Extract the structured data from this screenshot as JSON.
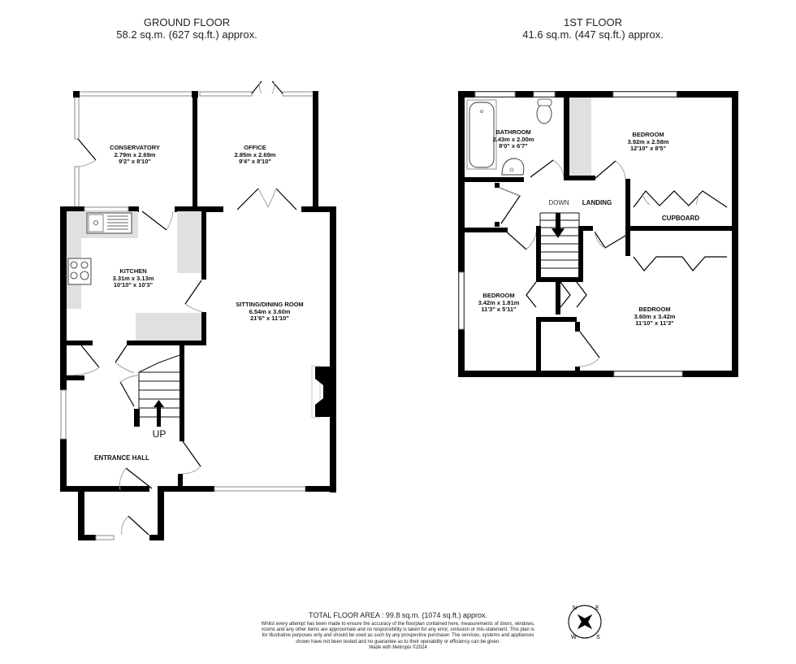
{
  "ground_floor": {
    "title": "GROUND FLOOR",
    "area": "58.2 sq.m. (627 sq.ft.) approx.",
    "rooms": [
      {
        "name": "CONSERVATORY",
        "metric": "2.79m  x 2.69m",
        "imperial": "9'2\"  x 8'10\""
      },
      {
        "name": "OFFICE",
        "metric": "2.85m  x 2.69m",
        "imperial": "9'4\"  x 8'10\""
      },
      {
        "name": "KITCHEN",
        "metric": "3.31m  x 3.13m",
        "imperial": "10'10\"  x 10'3\""
      },
      {
        "name": "SITTING/DINING ROOM",
        "metric": "6.54m  x 3.60m",
        "imperial": "21'6\"  x 11'10\""
      }
    ],
    "entrance_hall": "ENTRANCE HALL",
    "stairs_label": "UP"
  },
  "first_floor": {
    "title": "1ST FLOOR",
    "area": "41.6 sq.m. (447 sq.ft.) approx.",
    "rooms": [
      {
        "name": "BATHROOM",
        "metric": "2.43m  x 2.00m",
        "imperial": "8'0\"  x 6'7\""
      },
      {
        "name": "BEDROOM",
        "metric": "3.92m  x 2.58m",
        "imperial": "12'10\"  x 8'5\""
      },
      {
        "name": "BEDROOM",
        "metric": "3.42m  x 1.81m",
        "imperial": "11'3\"  x 5'11\""
      },
      {
        "name": "BEDROOM",
        "metric": "3.60m  x 3.42m",
        "imperial": "11'10\"  x 11'3\""
      }
    ],
    "landing": "LANDING",
    "cupboard": "CUPBOARD",
    "stairs_label": "DOWN"
  },
  "footer": {
    "total_area": "TOTAL FLOOR AREA : 99.8 sq.m. (1074 sq.ft.) approx.",
    "disclaimer": "Whilst every attempt has been made to ensure the accuracy of the floorplan contained here, measurements of doors, windows, rooms and any other items are approximate and no responsibility is taken for any error, omission or mis-statement. This plan is for illustrative purposes only and should be used as such by any prospective purchaser. The services, systems and appliances shown have not been tested and no guarantee as to their operability or efficiency can be given.",
    "made_with": "Made with Metropix ©2024"
  },
  "compass": {
    "n": "N",
    "e": "E",
    "s": "S",
    "w": "W"
  },
  "colors": {
    "wall": "#000000",
    "fixture": "#e0e0e0",
    "window": "#888888"
  }
}
